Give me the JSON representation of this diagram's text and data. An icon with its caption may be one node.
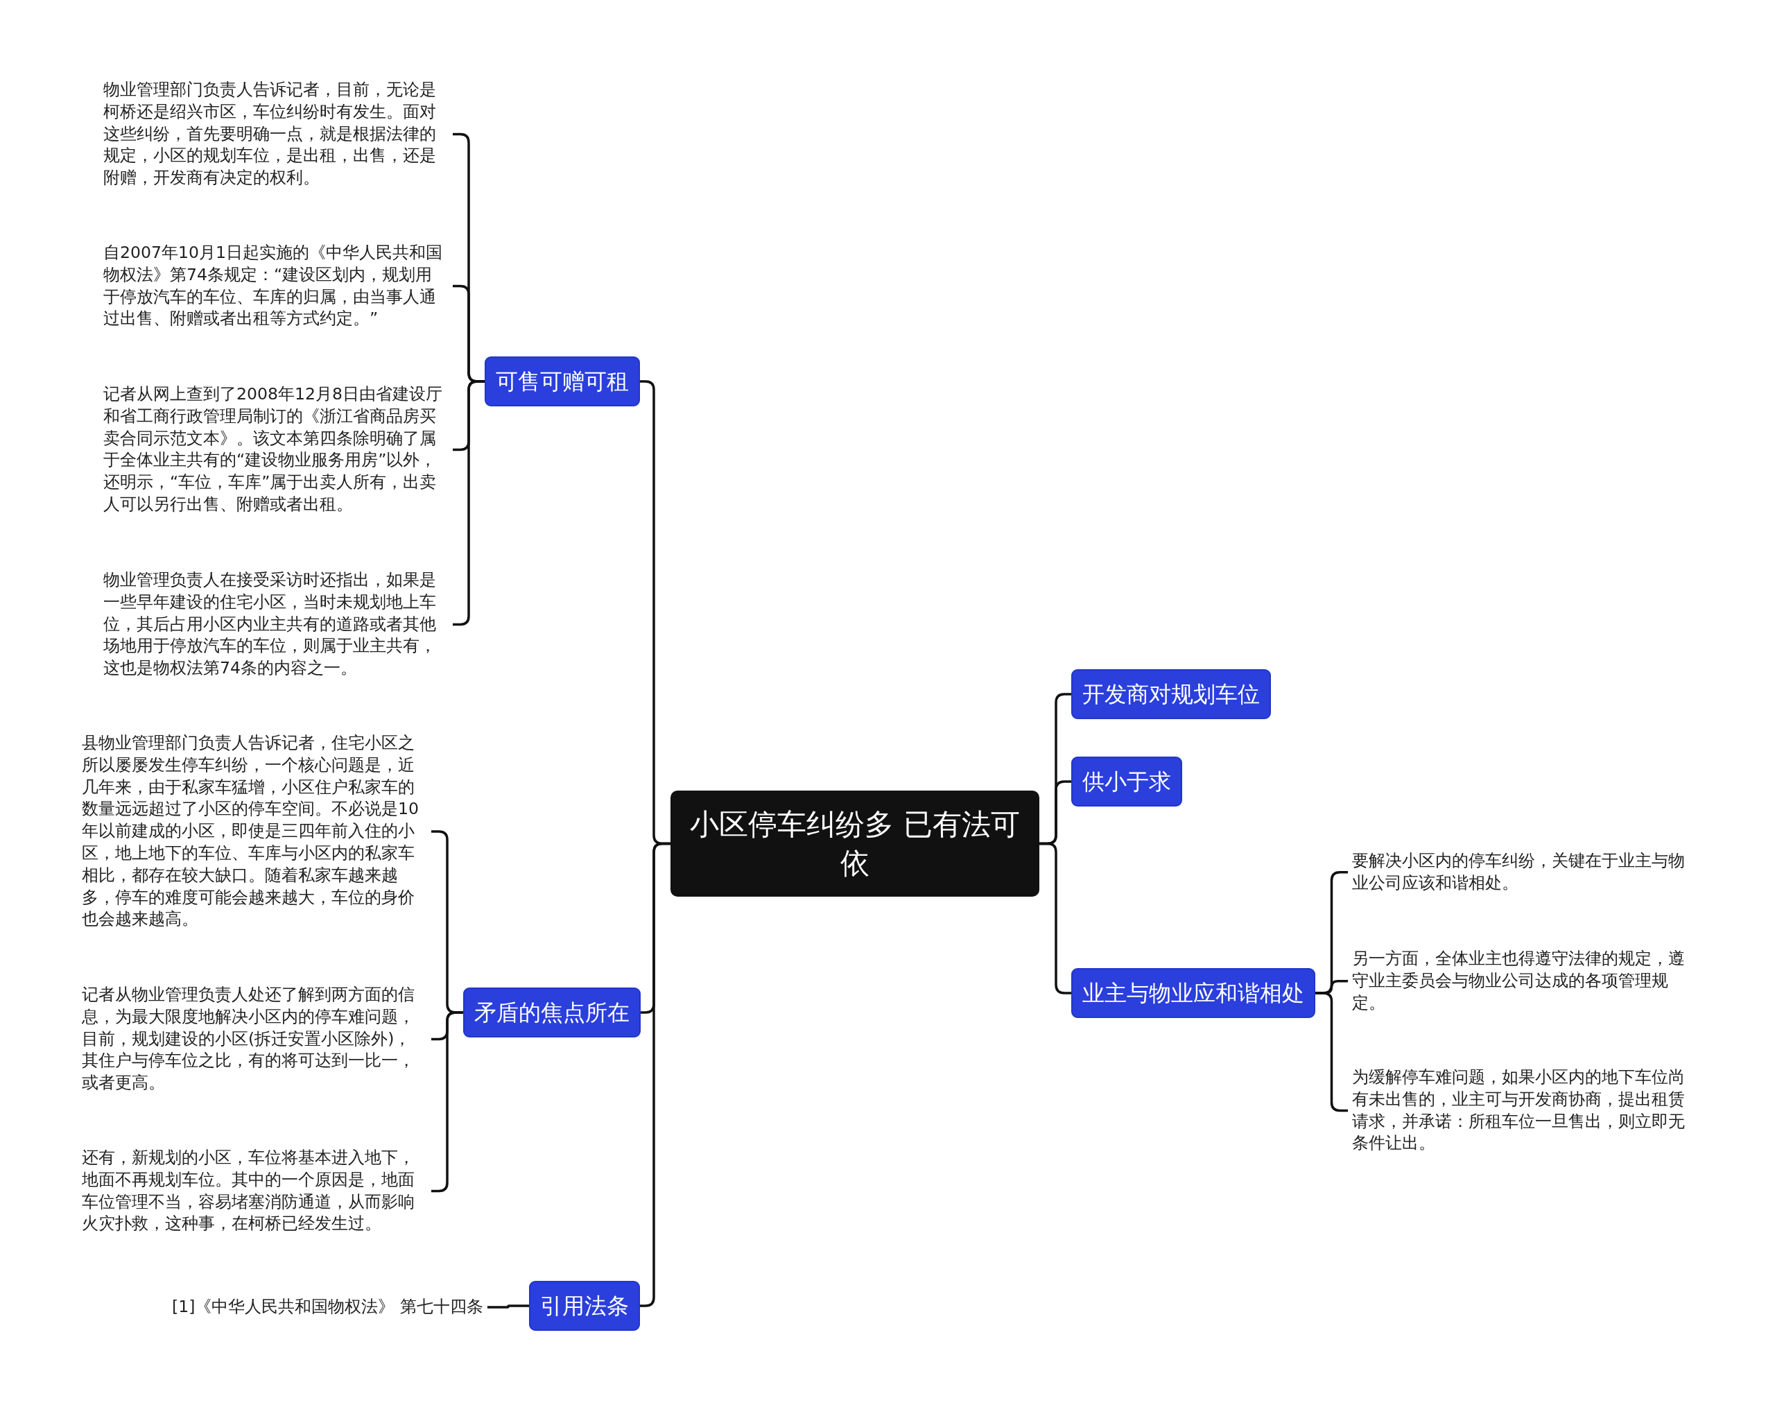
{
  "diagram": {
    "nodes": [
      {
        "text": [
          "小区停车纠纷多 已有法可依"
        ]
      },
      {
        "text": [
          "可售可赠可租"
        ]
      },
      {
        "text": [
          "物业管理部门负责人告诉记者，目前，无论是柯桥还是绍兴市区，车位纠纷时有发生。面对这些纠纷，首先要明确一点，就是根据法律的规定，小区的规划车位，是出租，出售，还是附赠，开发商有决定的权利。"
        ]
      },
      {
        "text": [
          "自2007年10月1日起实施的《中华人民共和国物权法》第74条规定：“建设区划内，规划用于停放汽车的车位、车库的归属，由当事人通过出售、附赠或者出租等方式约定。”"
        ]
      },
      {
        "text": [
          "记者从网上查到了2008年12月8日由省建设厅和省工商行政管理局制订的《浙江省商品房买卖合同示范文本》。该文本第四条除明确了属于全体业主共有的“建设物业服务用房”以外，还明示，“车位，车库”属于出卖人所有，出卖人可以另行出售、附赠或者出租。"
        ]
      },
      {
        "text": [
          "物业管理负责人在接受采访时还指出，如果是一些早年建设的住宅小区，当时未规划地上车位，其后占用小区内业主共有的道路或者其他场地用于停放汽车的车位，则属于业主共有，这也是物权法第74条的内容之一。"
        ]
      },
      {
        "text": [
          "矛盾的焦点所在"
        ]
      },
      {
        "text": [
          "县物业管理部门负责人告诉记者，住宅小区之所以屡屡发生停车纠纷，一个核心问题是，近几年来，由于私家车猛增，小区住户私家车的数量远远超过了小区的停车空间。不必说是10年以前建成的小区，即使是三四年前入住的小区，地上地下的车位、车库与小区内的私家车相比，都存在较大缺口。随着私家车越来越多，停车的难度可能会越来越大，车位的身价也会越来越高。"
        ]
      },
      {
        "text": [
          "记者从物业管理负责人处还了解到两方面的信息，为最大限度地解决小区内的停车难问题，目前，规划建设的小区(拆迁安置小区除外)，其住户与停车位之比，有的将可达到一比一，或者更高。"
        ]
      },
      {
        "text": [
          "还有，新规划的小区，车位将基本进入地下，地面不再规划车位。其中的一个原因是，地面车位管理不当，容易堵塞消防通道，从而影响火灾扑救，这种事，在柯桥已经发生过。"
        ]
      },
      {
        "text": [
          "引用法条"
        ]
      },
      {
        "text": [
          "[1]《中华人民共和国物权法》 第七十四条"
        ]
      },
      {
        "text": [
          "开发商对规划车位"
        ]
      },
      {
        "text": [
          "供小于求"
        ]
      },
      {
        "text": [
          "业主与物业应和谐相处"
        ]
      },
      {
        "text": [
          "要解决小区内的停车纠纷，关键在于业主与物业公司应该和谐相处。"
        ]
      },
      {
        "text": [
          "另一方面，全体业主也得遵守法律的规定，遵守业主委员会与物业公司达成的各项管理规定。"
        ]
      },
      {
        "text": [
          "为缓解停车难问题，如果小区内的地下车位尚有未出售的，业主可与开发商协商，提出租赁请求，并承诺：所租车位一旦售出，则立即无条件让出。"
        ]
      }
    ],
    "edges": [
      {
        "from": 0,
        "to": 1,
        "arrow": "none"
      },
      {
        "from": 1,
        "to": 2,
        "arrow": "none"
      },
      {
        "from": 1,
        "to": 3,
        "arrow": "none"
      },
      {
        "from": 1,
        "to": 4,
        "arrow": "none"
      },
      {
        "from": 1,
        "to": 5,
        "arrow": "none"
      },
      {
        "from": 0,
        "to": 6,
        "arrow": "none"
      },
      {
        "from": 6,
        "to": 7,
        "arrow": "none"
      },
      {
        "from": 6,
        "to": 8,
        "arrow": "none"
      },
      {
        "from": 6,
        "to": 9,
        "arrow": "none"
      },
      {
        "from": 0,
        "to": 10,
        "arrow": "none"
      },
      {
        "from": 10,
        "to": 11,
        "arrow": "none"
      },
      {
        "from": 0,
        "to": 12,
        "arrow": "none"
      },
      {
        "from": 0,
        "to": 13,
        "arrow": "none"
      },
      {
        "from": 0,
        "to": 14,
        "arrow": "none"
      },
      {
        "from": 14,
        "to": 15,
        "arrow": "none"
      },
      {
        "from": 14,
        "to": 16,
        "arrow": "none"
      },
      {
        "from": 14,
        "to": 17,
        "arrow": "none"
      }
    ]
  }
}
